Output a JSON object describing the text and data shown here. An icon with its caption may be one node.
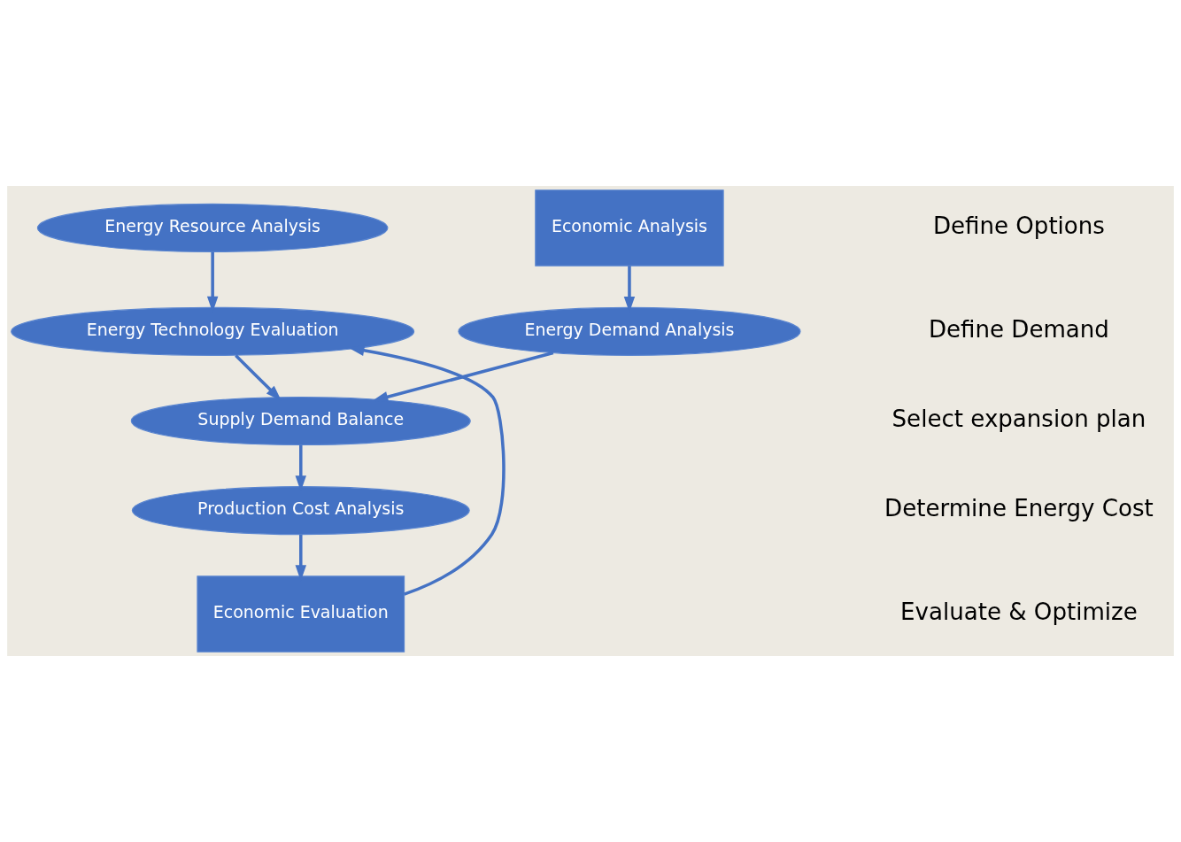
{
  "diagram": {
    "nodes": [
      {
        "text": [
          "Energy Resource Analysis"
        ]
      },
      {
        "text": [
          "Economic Analysis"
        ]
      },
      {
        "text": [
          "Energy Technology Evaluation"
        ]
      },
      {
        "text": [
          "Energy Demand Analysis"
        ]
      },
      {
        "text": [
          "Supply Demand Balance"
        ]
      },
      {
        "text": [
          "Production Cost Analysis"
        ]
      },
      {
        "text": [
          "Economic Evaluation"
        ]
      }
    ],
    "edges": [
      {
        "from": 0,
        "to": 2,
        "arrow": "to"
      },
      {
        "from": 1,
        "to": 3,
        "arrow": "to"
      },
      {
        "from": 2,
        "to": 4,
        "arrow": "to"
      },
      {
        "from": 3,
        "to": 4,
        "arrow": "to"
      },
      {
        "from": 4,
        "to": 5,
        "arrow": "to"
      },
      {
        "from": 5,
        "to": 6,
        "arrow": "to"
      },
      {
        "from": 6,
        "to": 2,
        "arrow": "to"
      }
    ],
    "labels": [
      "Define Options",
      "Define Demand",
      "Select expansion plan",
      "Determine Energy Cost",
      "Evaluate & Optimize"
    ]
  }
}
